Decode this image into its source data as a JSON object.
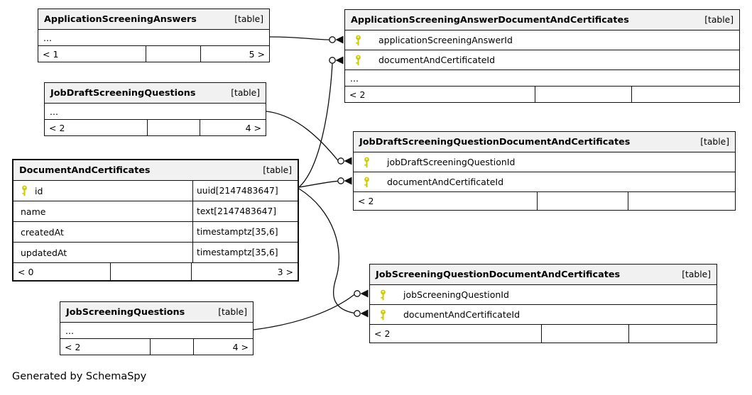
{
  "diagram": {
    "generator_note": "Generated by SchemaSpy"
  },
  "colors": {
    "table_header_bg": "#f1f1f1",
    "border": "#111111",
    "primary_key_icon": "#cccc00"
  },
  "tables": {
    "asa": {
      "name": "ApplicationScreeningAnswers",
      "badge": "[table]",
      "more": "...",
      "footer": [
        "< 1",
        "",
        "5 >"
      ]
    },
    "asadc": {
      "name": "ApplicationScreeningAnswerDocumentAndCertificates",
      "badge": "[table]",
      "columns": [
        {
          "name": "applicationScreeningAnswerId",
          "key": "primary"
        },
        {
          "name": "documentAndCertificateId",
          "key": "primary"
        }
      ],
      "more": "...",
      "footer": [
        "< 2",
        "",
        ""
      ]
    },
    "jdsq": {
      "name": "JobDraftScreeningQuestions",
      "badge": "[table]",
      "more": "...",
      "footer": [
        "< 2",
        "",
        "4 >"
      ]
    },
    "jdsqdc": {
      "name": "JobDraftScreeningQuestionDocumentAndCertificates",
      "badge": "[table]",
      "columns": [
        {
          "name": "jobDraftScreeningQuestionId",
          "key": "primary"
        },
        {
          "name": "documentAndCertificateId",
          "key": "primary"
        }
      ],
      "footer": [
        "< 2",
        "",
        ""
      ]
    },
    "dac": {
      "name": "DocumentAndCertificates",
      "badge": "[table]",
      "columns": [
        {
          "name": "id",
          "type": "uuid[2147483647]",
          "key": "primary"
        },
        {
          "name": "name",
          "type": "text[2147483647]"
        },
        {
          "name": "createdAt",
          "type": "timestamptz[35,6]"
        },
        {
          "name": "updatedAt",
          "type": "timestamptz[35,6]"
        }
      ],
      "footer": [
        "< 0",
        "",
        "3 >"
      ]
    },
    "jsq": {
      "name": "JobScreeningQuestions",
      "badge": "[table]",
      "more": "...",
      "footer": [
        "< 2",
        "",
        "4 >"
      ]
    },
    "jsqdc": {
      "name": "JobScreeningQuestionDocumentAndCertificates",
      "badge": "[table]",
      "columns": [
        {
          "name": "jobScreeningQuestionId",
          "key": "primary"
        },
        {
          "name": "documentAndCertificateId",
          "key": "primary"
        }
      ],
      "footer": [
        "< 2",
        "",
        ""
      ]
    }
  }
}
